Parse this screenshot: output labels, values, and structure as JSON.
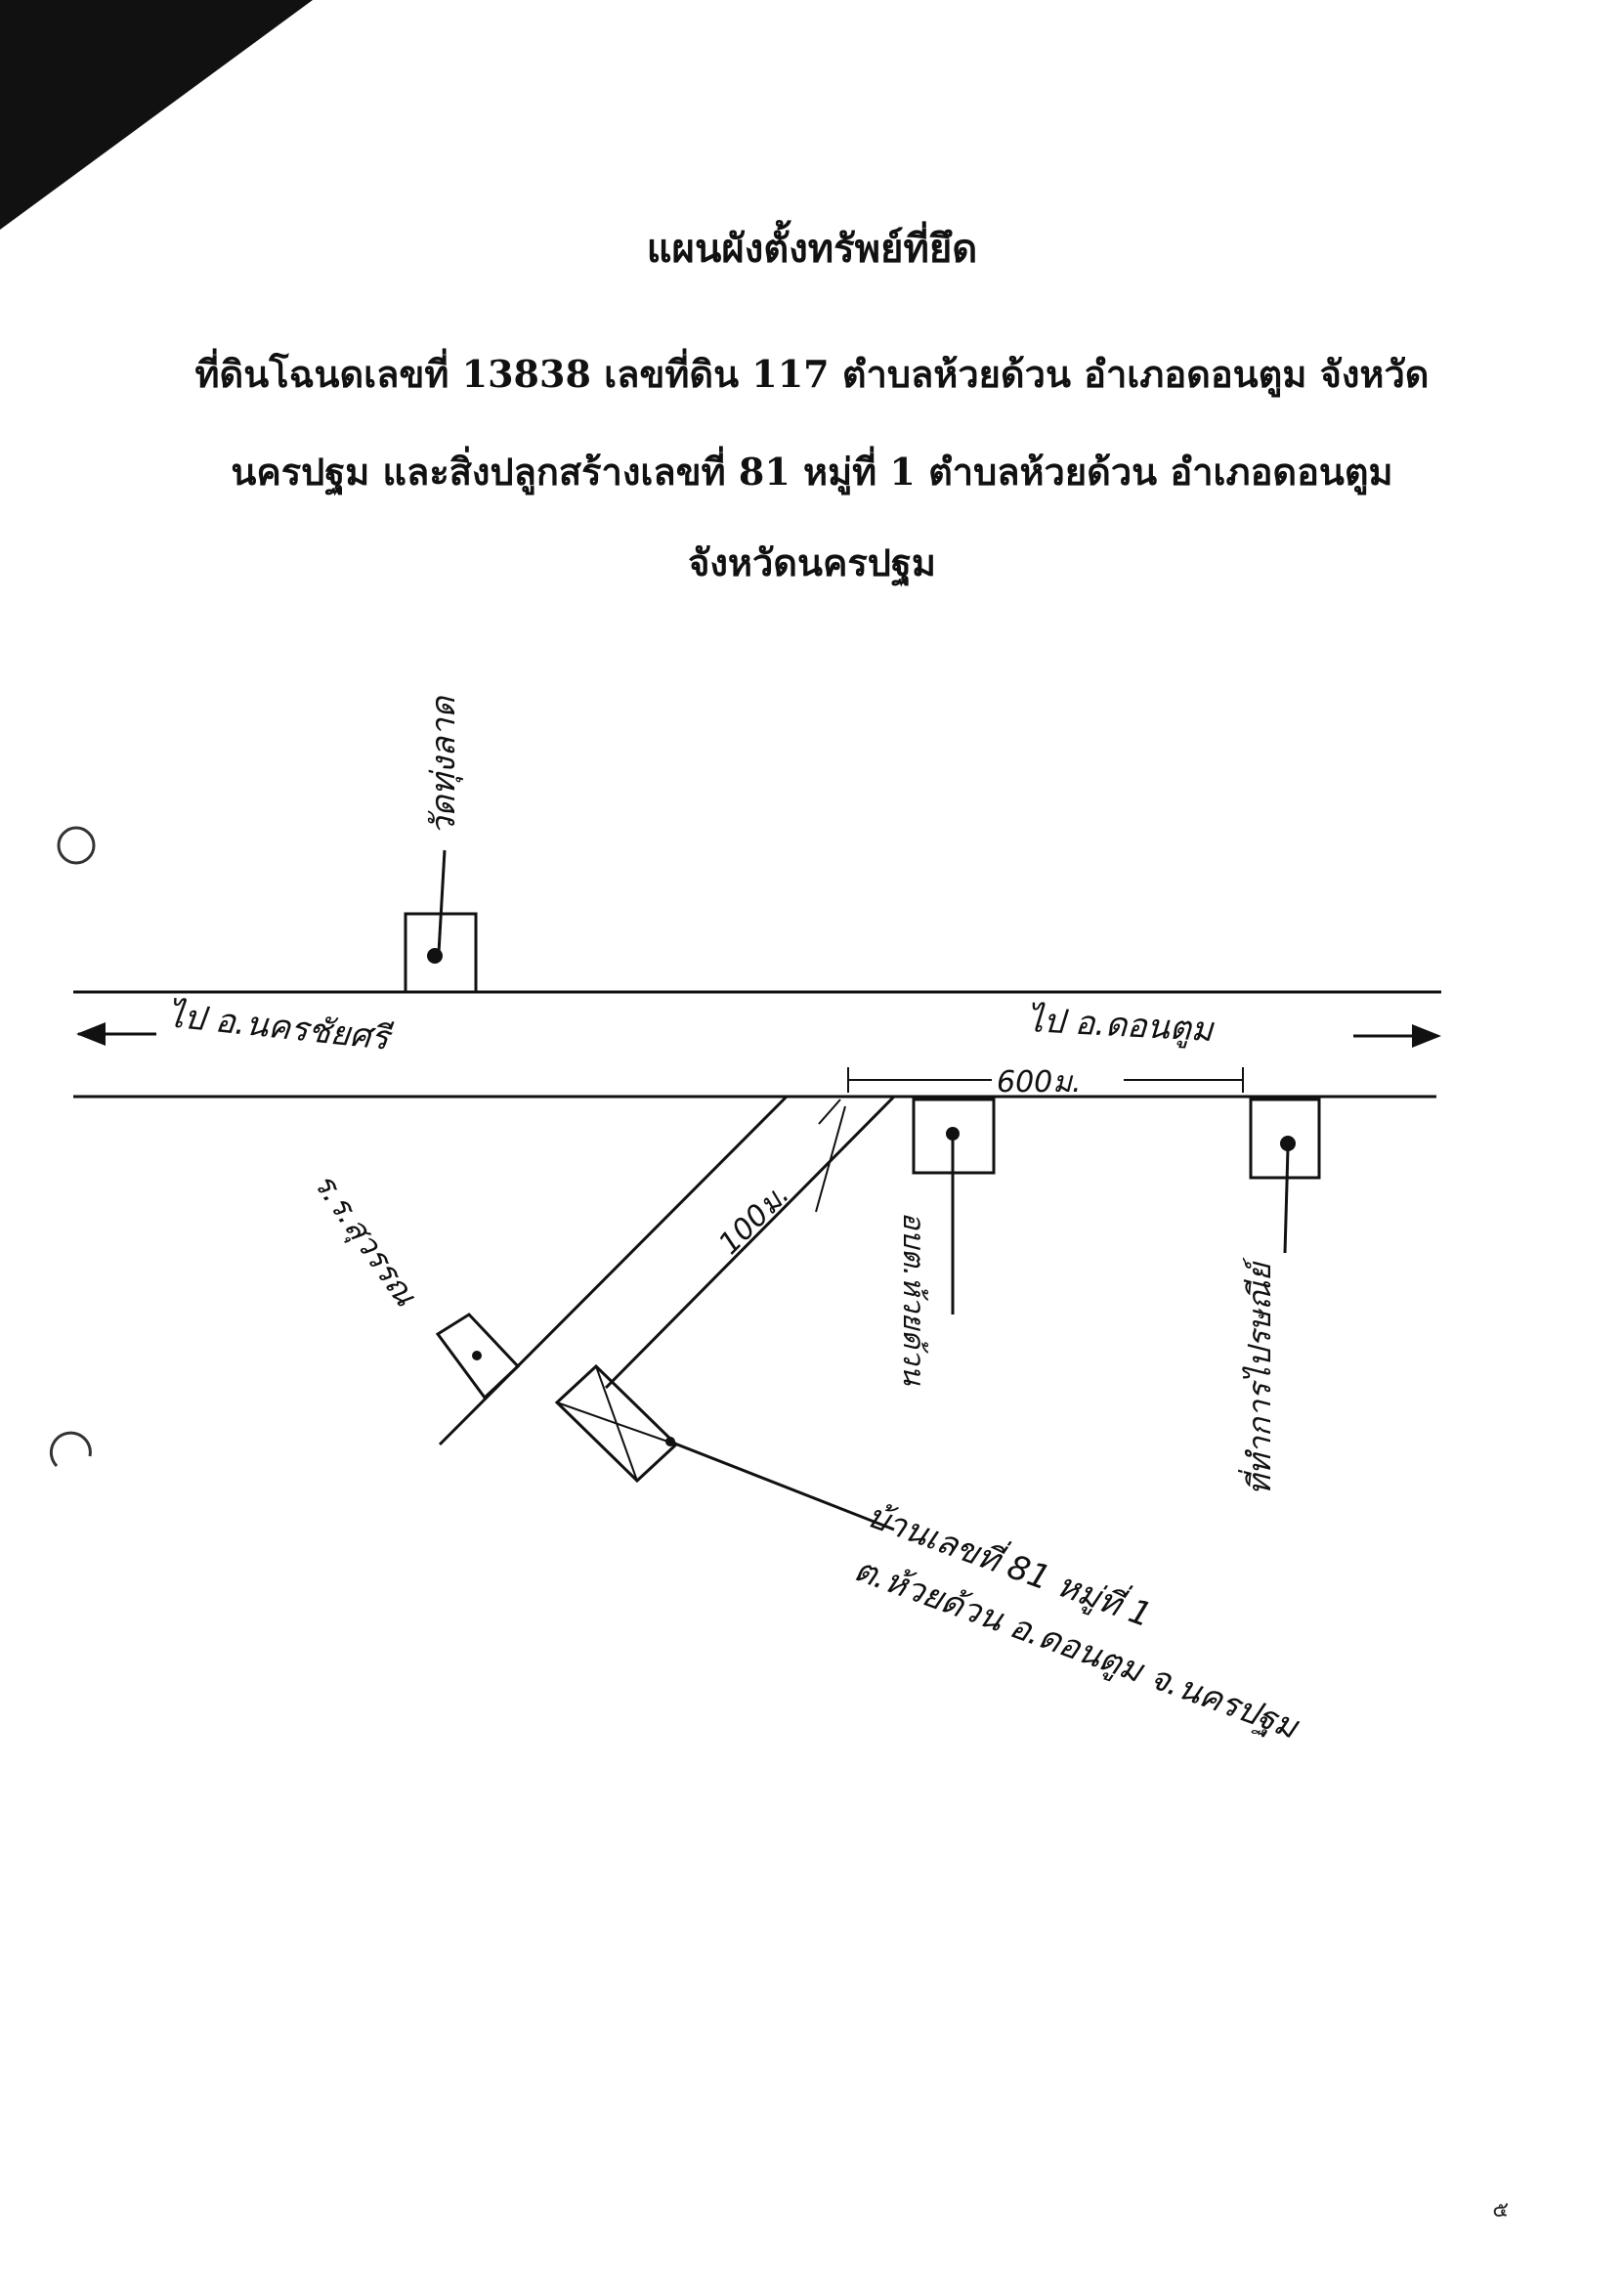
{
  "document": {
    "title": "แผนผังตั้งทรัพย์ที่ยึด",
    "subtitle_lines": [
      "ที่ดินโฉนดเลขที่ 13838 เลขที่ดิน 117 ตำบลห้วยด้วน อำเภอดอนตูม จังหวัด",
      "นครปฐม และสิ่งปลูกสร้างเลขที่ 81 หมู่ที่ 1 ตำบลห้วยด้วน อำเภอดอนตูม",
      "จังหวัดนครปฐม"
    ]
  },
  "map": {
    "road_left_label": "ไป อ.นครชัยศรี",
    "road_right_label": "ไป อ.ดอนตูม",
    "distance_side_road": "100ม.",
    "distance_main": "600ม.",
    "landmark_top": "วัดทุ่งลาด",
    "landmark_left": "ร.ร.สุวรรณ",
    "landmark_mid": "อบต.ห้วยด้วน",
    "landmark_right": "ที่ทำการไปรษณีย์",
    "property_label_lines": [
      "บ้านเลขที่ 81 หมู่ที่ 1",
      "ต.ห้วยด้วน อ.ดอนตูม จ.นครปฐม"
    ]
  },
  "footer": {
    "page_mark": "๕"
  }
}
